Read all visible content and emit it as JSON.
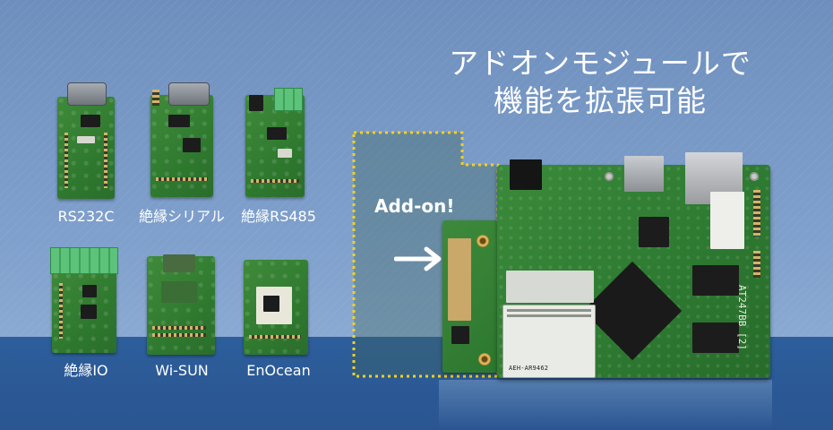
{
  "headline": {
    "line1": "アドオンモジュールで",
    "line2": "機能を拡張可能"
  },
  "addon": {
    "label": "Add-on!",
    "outline_color": "#f2d11f",
    "outline_style": "dotted"
  },
  "modules": [
    {
      "id": "rs232c",
      "label": "RS232C"
    },
    {
      "id": "isolated-serial",
      "label": "絶縁シリアル"
    },
    {
      "id": "isolated-rs485",
      "label": "絶縁RS485"
    },
    {
      "id": "isolated-io",
      "label": "絶縁IO"
    },
    {
      "id": "wi-sun",
      "label": "Wi-SUN"
    },
    {
      "id": "enocean",
      "label": "EnOcean"
    }
  ],
  "mainboard": {
    "marking": "AT247BB [2]",
    "wifi_module_text": "AEH-AR9462"
  },
  "colors": {
    "background_top": "#6e8fbd",
    "floor": "#2d5e9b",
    "pcb_green": "#2e7b32",
    "headline_text": "#ffffff"
  },
  "icons": [
    "arrow-right-icon"
  ]
}
